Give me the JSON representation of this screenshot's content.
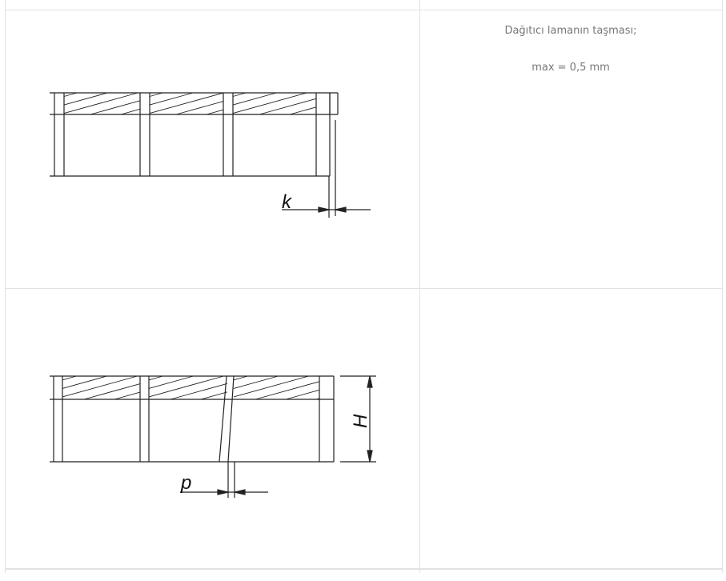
{
  "table": {
    "rows": [
      {
        "figure": {
          "dimension_label": "k"
        },
        "description": [
          "Dağıtıcı lamanın taşması;",
          "max = 0,5 mm"
        ]
      },
      {
        "figure": {
          "dimension_labels": [
            "p",
            "H"
          ]
        },
        "description": []
      }
    ]
  }
}
